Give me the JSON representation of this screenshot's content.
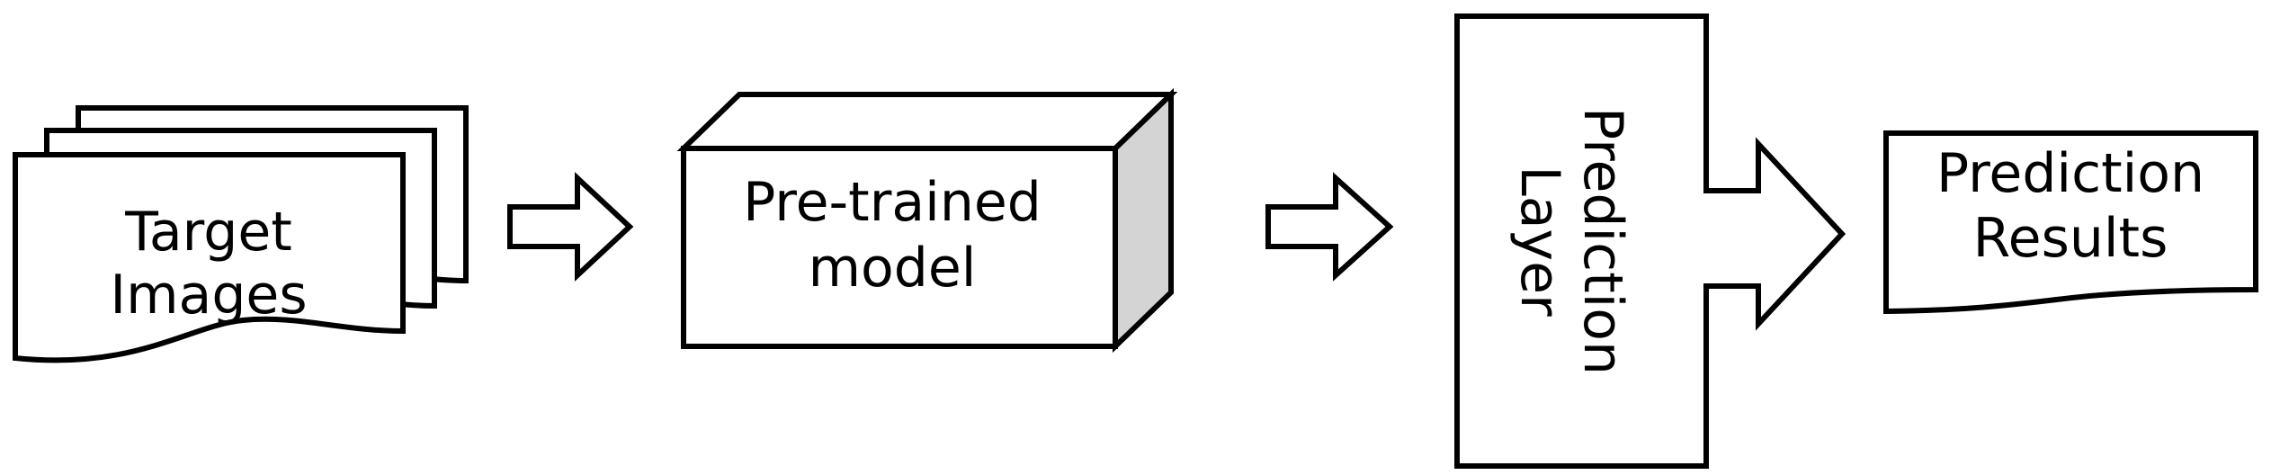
{
  "diagram": {
    "input": {
      "line1": "Target",
      "line2": "Images"
    },
    "model": {
      "line1": "Pre-trained",
      "line2": "model"
    },
    "layer": {
      "line1": "Prediction",
      "line2": "Layer"
    },
    "output": {
      "line1": "Prediction",
      "line2": "Results"
    }
  },
  "colors": {
    "stroke": "#000000",
    "fill": "#ffffff",
    "model_side_shade": "#d4d4d4"
  }
}
